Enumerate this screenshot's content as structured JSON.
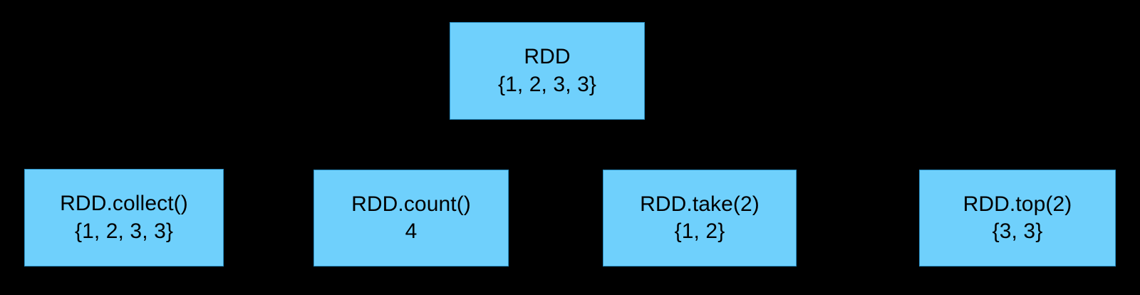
{
  "diagram": {
    "background_color": "#000000",
    "node_fill_color": "#6FD0FC",
    "node_text_color": "#000000",
    "root": {
      "id": "rdd-root",
      "line1": "RDD",
      "line2": "{1, 2, 3, 3}"
    },
    "actions": [
      {
        "id": "rdd-collect",
        "line1": "RDD.collect()",
        "line2": "{1, 2, 3, 3}"
      },
      {
        "id": "rdd-count",
        "line1": "RDD.count()",
        "line2": "4"
      },
      {
        "id": "rdd-take",
        "line1": "RDD.take(2)",
        "line2": "{1, 2}"
      },
      {
        "id": "rdd-top",
        "line1": "RDD.top(2)",
        "line2": "{3, 3}"
      }
    ]
  }
}
